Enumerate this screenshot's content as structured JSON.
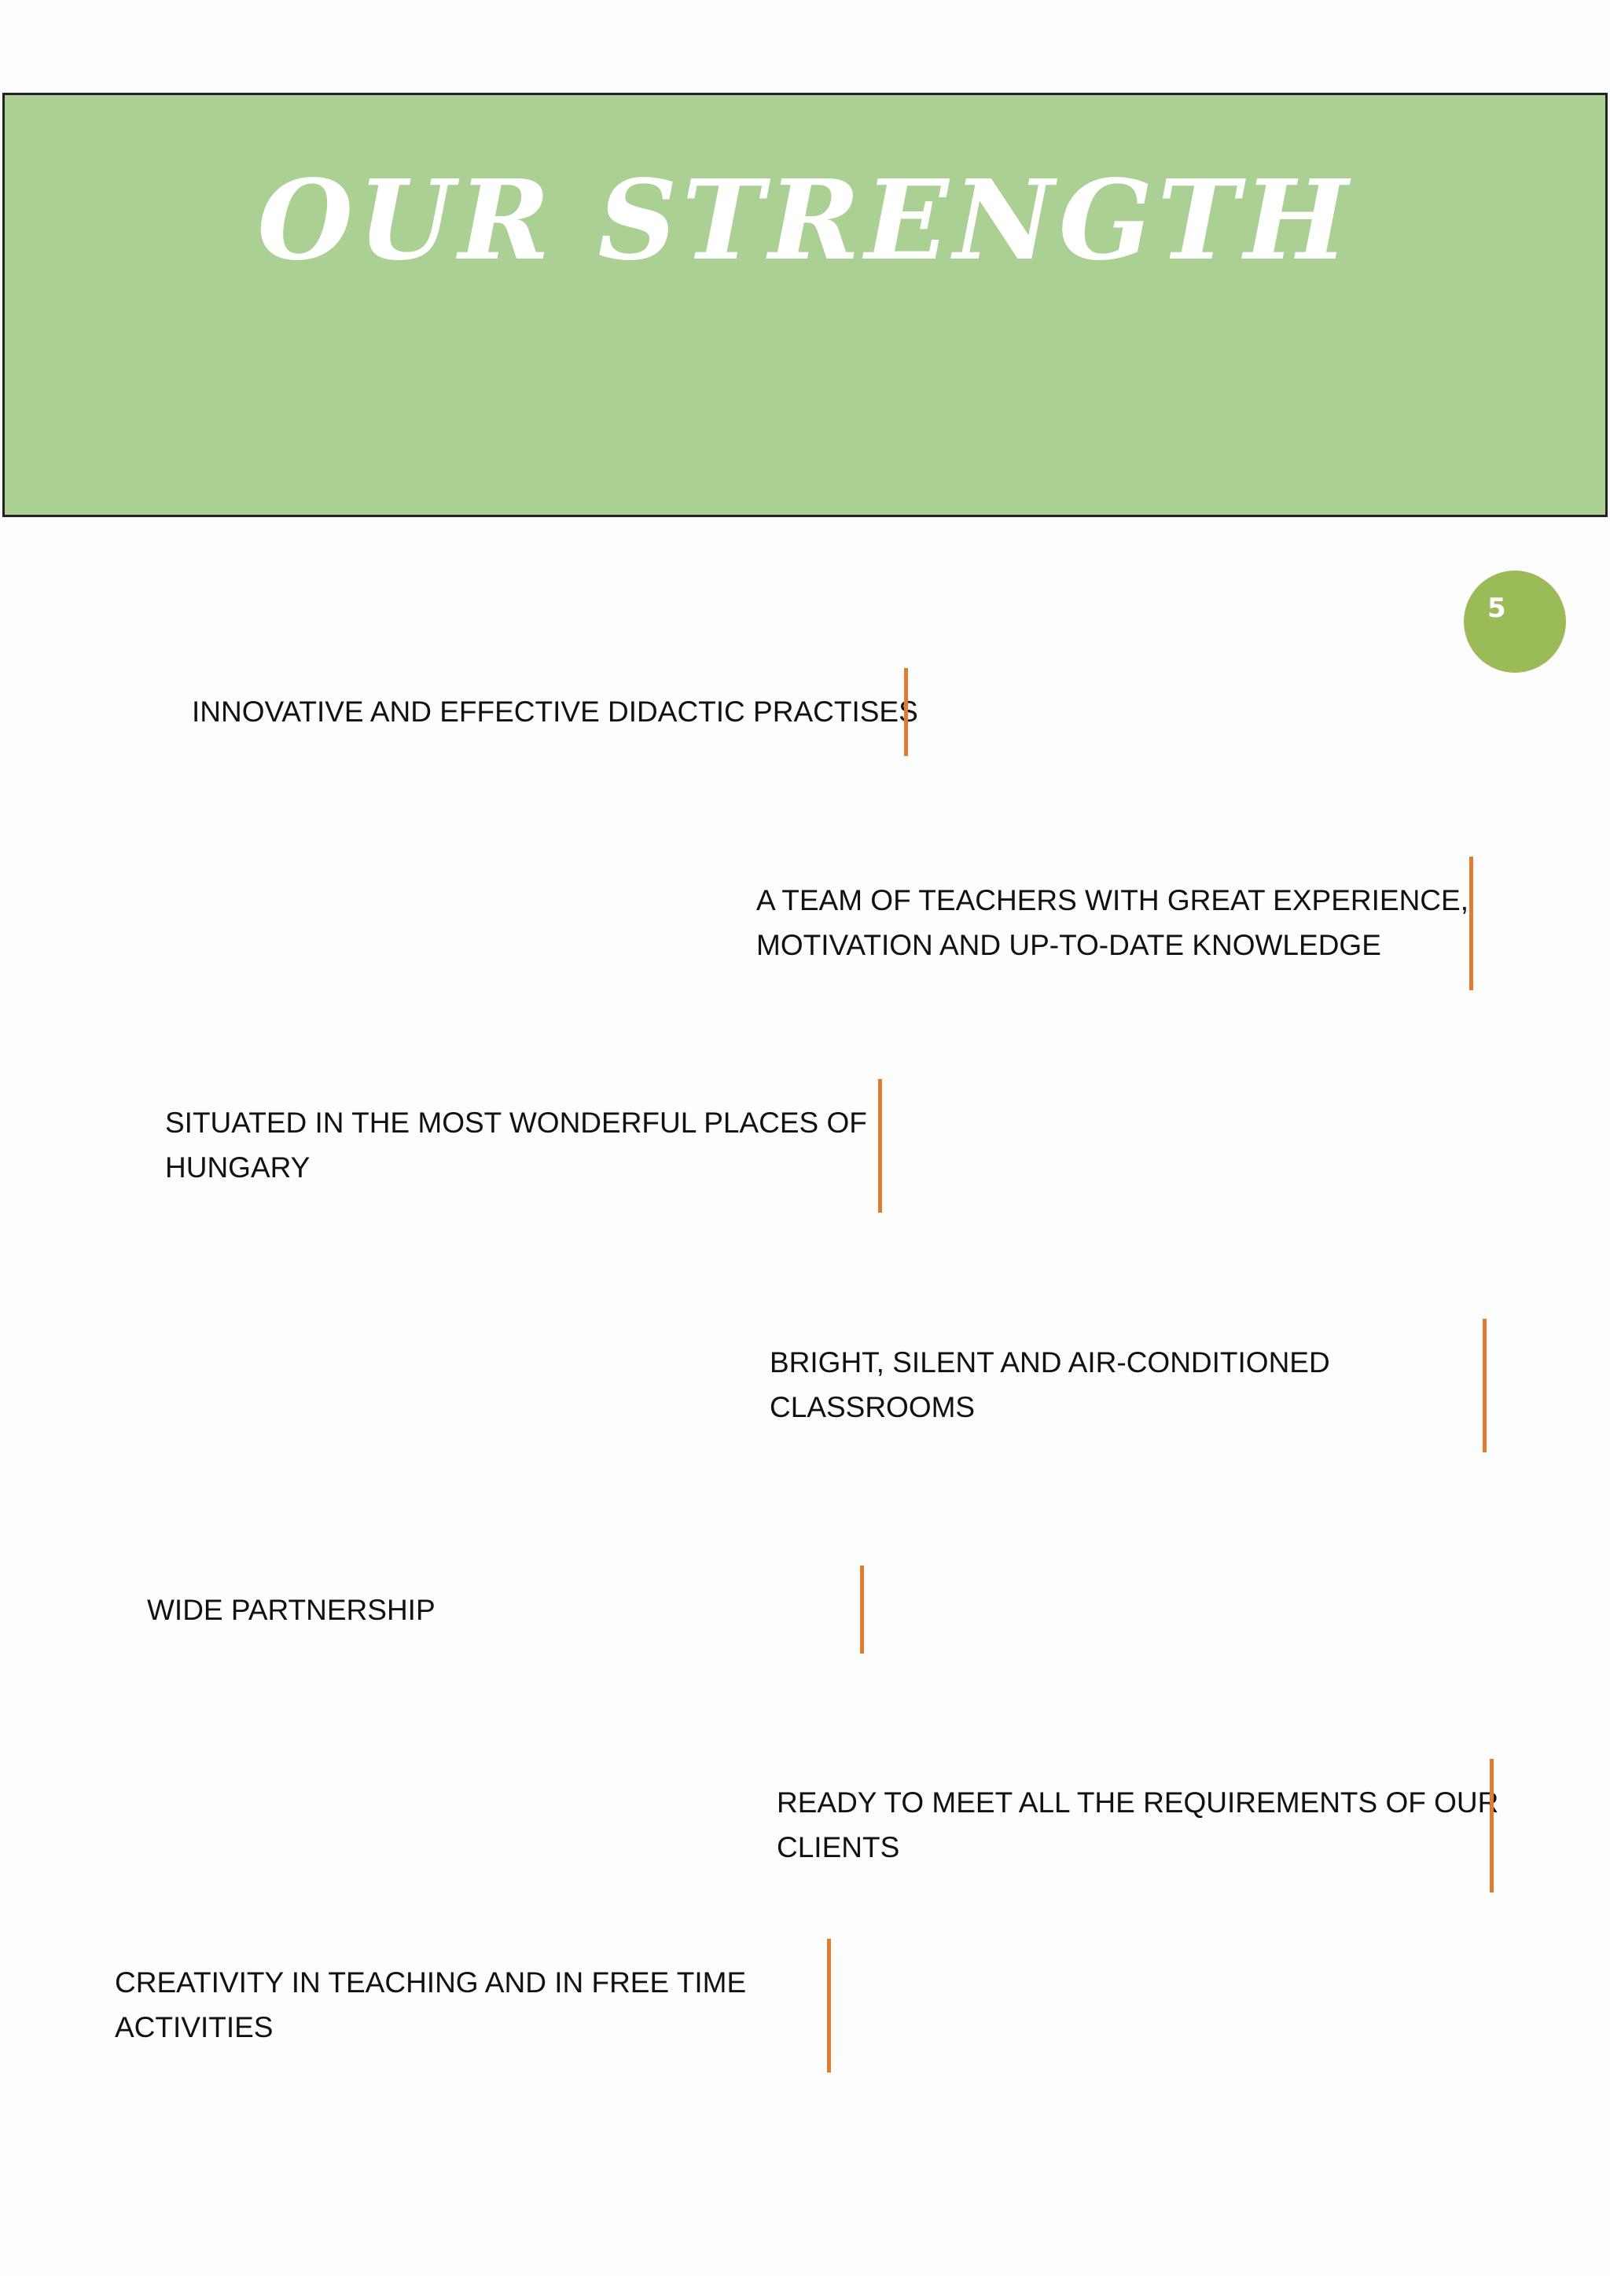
{
  "header": {
    "title": "OUR STRENGTH"
  },
  "page_number": "5",
  "strengths": [
    {
      "lines": [
        "INNOVATIVE AND EFFECTIVE DIDACTIC PRACTISES"
      ]
    },
    {
      "lines": [
        "A TEAM OF TEACHERS WITH GREAT EXPERIENCE,",
        "MOTIVATION AND UP-TO-DATE KNOWLEDGE"
      ]
    },
    {
      "lines": [
        "SITUATED IN THE MOST WONDERFUL PLACES OF",
        "HUNGARY"
      ]
    },
    {
      "lines": [
        "BRIGHT, SILENT AND AIR-CONDITIONED",
        "CLASSROOMS"
      ]
    },
    {
      "lines": [
        "WIDE PARTNERSHIP"
      ]
    },
    {
      "lines": [
        "READY TO MEET ALL THE REQUIREMENTS OF OUR",
        "CLIENTS"
      ]
    },
    {
      "lines": [
        "CREATIVITY IN TEACHING AND IN FREE TIME",
        "ACTIVITIES"
      ]
    }
  ],
  "colors": {
    "banner_background": "#abd093",
    "banner_title": "#ffffff",
    "page_badge": "#9bbb59",
    "accent_bar": "#e07b2f",
    "text": "#111111"
  }
}
